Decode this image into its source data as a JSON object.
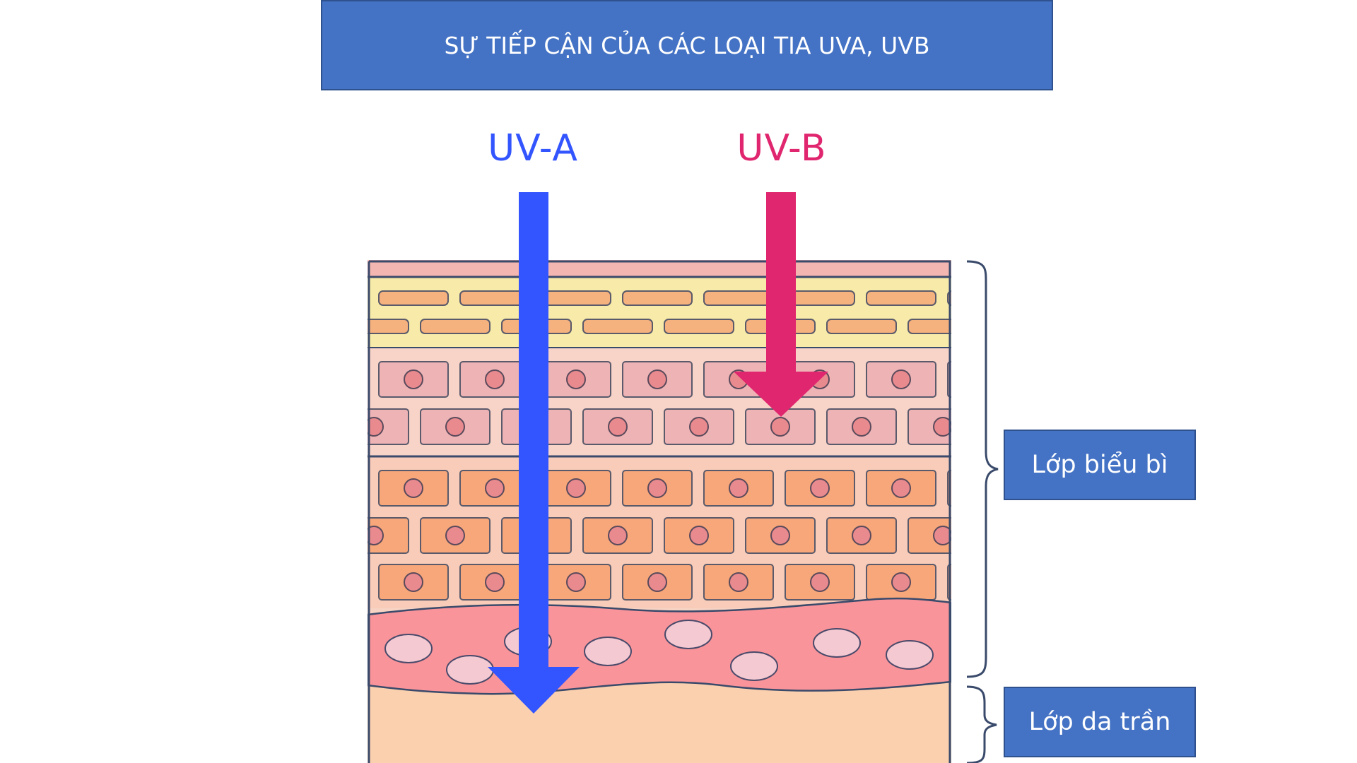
{
  "title": "SỰ TIẾP CẬN CỦA CÁC LOẠI TIA UVA, UVB",
  "rays": {
    "uva": {
      "label": "UV-A",
      "color": "#3355FF"
    },
    "uvb": {
      "label": "UV-B",
      "color": "#E0266E"
    }
  },
  "layers": {
    "epidermis_label": "Lớp biểu bì",
    "dermis_label": "Lớp da trần"
  },
  "colors": {
    "title_bg": "#4472C4",
    "stratum_corneum": "#F8EAA8",
    "cell_pink": "#EDB3B5",
    "cell_orange": "#F7A77A",
    "blood_layer": "#F9959A",
    "dermis": "#FBD0AE"
  }
}
